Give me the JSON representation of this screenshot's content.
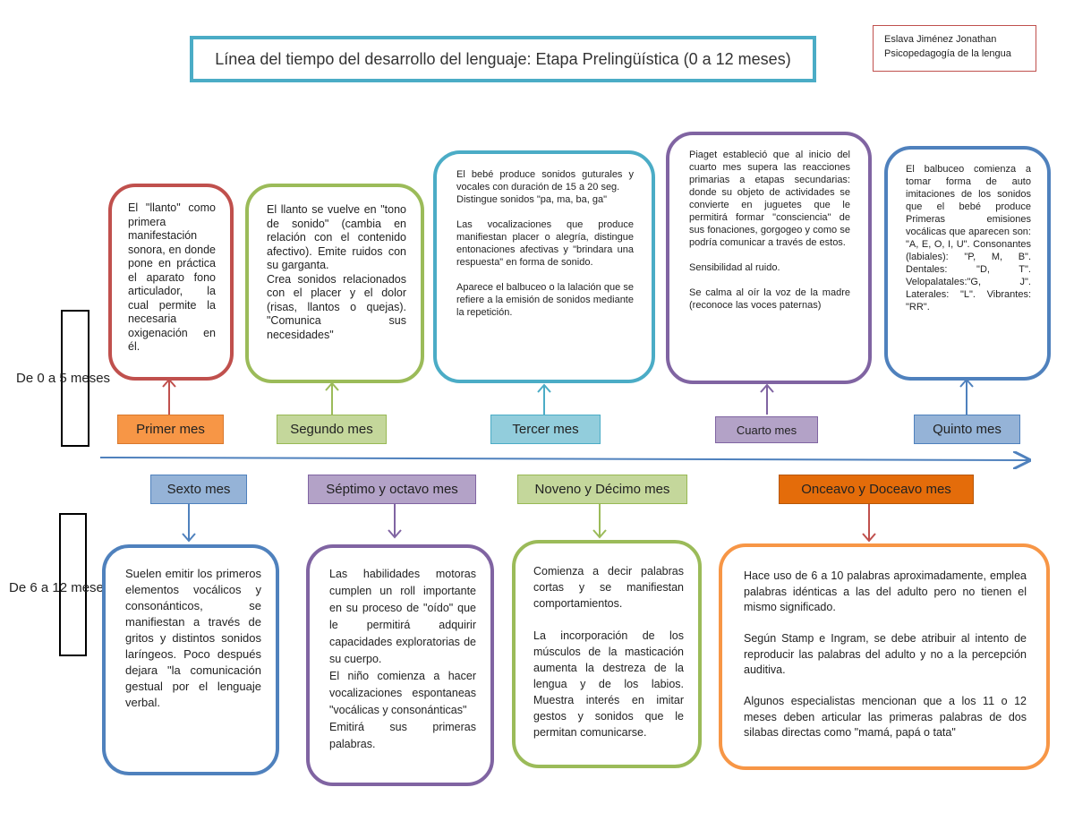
{
  "title": "Línea del tiempo del desarrollo del lenguaje: Etapa Prelingüística (0 a 12 meses)",
  "author": {
    "name": "Eslava Jiménez Jonathan",
    "course": "Psicopedagogía de la lengua"
  },
  "periods": [
    {
      "label": "De 0 a 5 meses"
    },
    {
      "label": "De 6 a 12 meses"
    }
  ],
  "colors": {
    "red": "#c0504d",
    "green": "#9bbb59",
    "teal": "#4bacc6",
    "purple": "#8064a2",
    "blue": "#4f81bd",
    "orange": "#f79646",
    "axis": "#4f81bd"
  },
  "months_top": [
    {
      "label": "Primer mes",
      "text": "El \"llanto\" como primera manifestación sonora, en donde pone en práctica el aparato fono articulador, la cual permite la necesaria oxigenación en él."
    },
    {
      "label": "Segundo mes",
      "text": "El llanto se vuelve en \"tono de sonido\" (cambia en relación con el contenido afectivo). Emite ruidos con su garganta.\nCrea sonidos relacionados con el placer y el dolor (risas, llantos o quejas). \"Comunica sus necesidades\""
    },
    {
      "label": "Tercer mes",
      "text": "El bebé produce sonidos guturales y vocales con duración de 15 a 20 seg.\nDistingue sonidos \"pa, ma, ba, ga\"\n\nLas vocalizaciones que produce manifiestan placer o alegría, distingue entonaciones afectivas y \"brindara una respuesta\" en forma de sonido.\n\nAparece el balbuceo o la lalación que se refiere a la emisión de sonidos mediante la repetición."
    },
    {
      "label": "Cuarto mes",
      "text": "Piaget estableció que al inicio del cuarto mes supera las reacciones primarias a etapas secundarias: donde su objeto de actividades se convierte en juguetes que le permitirá formar \"consciencia\" de sus fonaciones, gorgogeo y como se podría comunicar a través de estos.\n\nSensibilidad al ruido.\n\nSe calma al oír la voz de la madre (reconoce las voces paternas)"
    },
    {
      "label": "Quinto mes",
      "text": "El balbuceo comienza a tomar forma de auto imitaciones de los sonidos que el bebé produce Primeras emisiones vocálicas que aparecen son: \"A, E, O, I, U\". Consonantes (labiales): \"P, M, B\". Dentales: \"D, T\". Velopalatales:\"G, J\". Laterales: \"L\". Vibrantes: \"RR\"."
    }
  ],
  "months_bottom": [
    {
      "label": "Sexto mes",
      "text": "Suelen emitir los primeros elementos vocálicos y consonánticos, se manifiestan a través de gritos y distintos sonidos laríngeos. Poco después dejara \"la comunicación gestual por el lenguaje verbal."
    },
    {
      "label": "Séptimo y octavo mes",
      "text": "Las habilidades motoras cumplen un roll importante en su proceso de \"oído\" que le permitirá adquirir capacidades exploratorias de su cuerpo.\nEl niño comienza a hacer vocalizaciones espontaneas \"vocálicas y consonánticas\"\nEmitirá sus primeras palabras."
    },
    {
      "label": "Noveno y Décimo mes",
      "text": "Comienza a decir palabras cortas y se manifiestan comportamientos.\n\nLa incorporación de los músculos de la masticación aumenta la destreza de la lengua y de los labios. Muestra interés en imitar gestos y sonidos que le permitan comunicarse."
    },
    {
      "label": "Onceavo y Doceavo mes",
      "text": "Hace uso de 6 a 10 palabras aproximadamente, emplea palabras idénticas a las del adulto pero no tienen el mismo significado.\n\nSegún Stamp e Ingram, se debe atribuir al intento de reproducir las palabras del adulto y no a la percepción auditiva.\n\nAlgunos especialistas mencionan que a los 11 o 12 meses deben articular las primeras palabras de dos silabas directas como \"mamá, papá o tata\""
    }
  ]
}
